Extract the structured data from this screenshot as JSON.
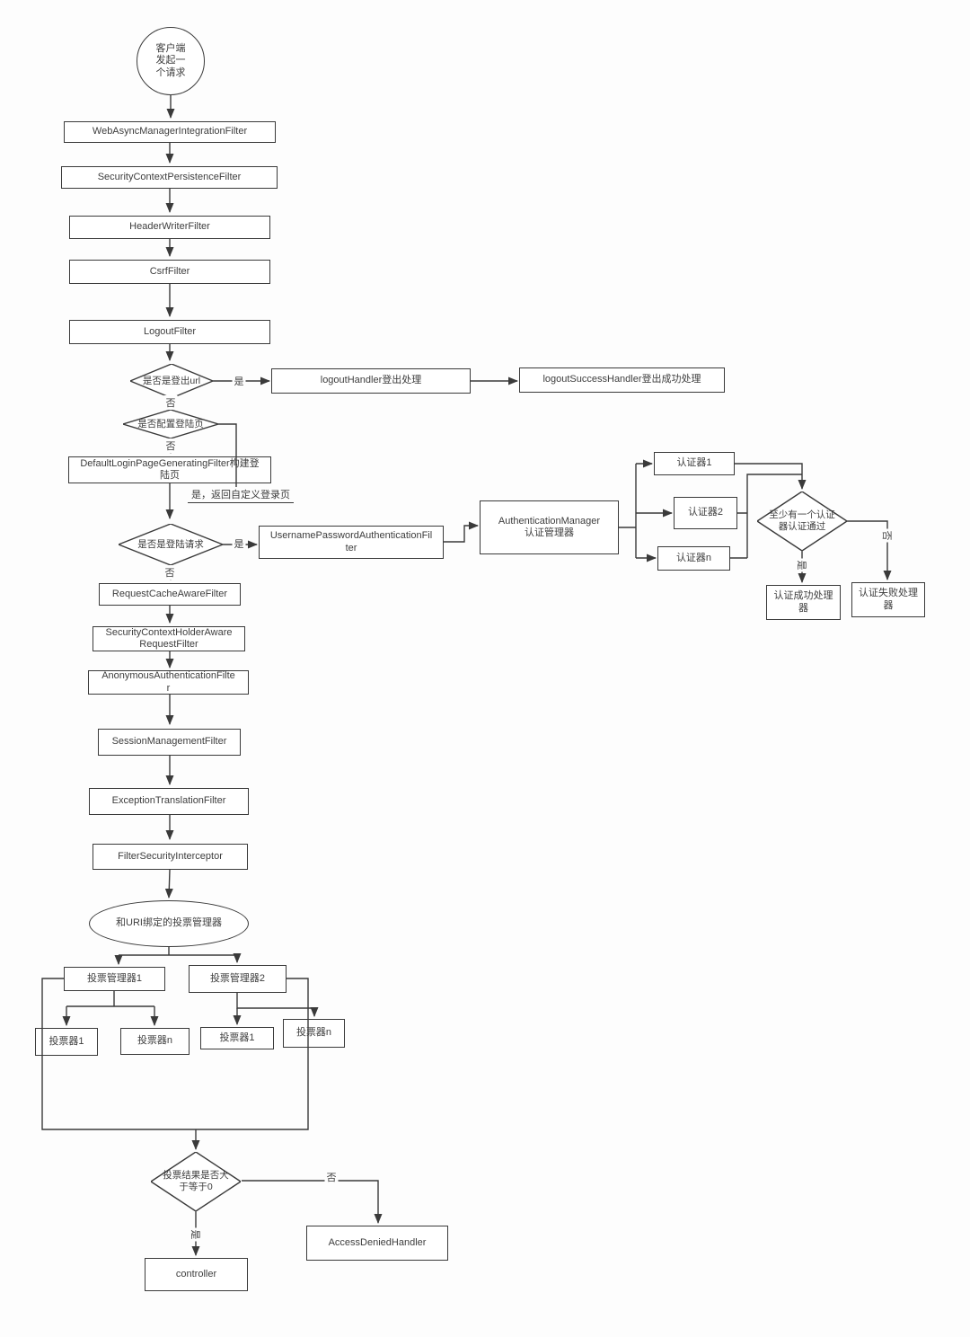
{
  "nodes": {
    "start": "客户端\n发起一\n个请求",
    "webAsyncFilter": "WebAsyncManagerIntegrationFilter",
    "securityContextPersistenceFilter": "SecurityContextPersistenceFilter",
    "headerWriterFilter": "HeaderWriterFilter",
    "csrfFilter": "CsrfFilter",
    "logoutFilter": "LogoutFilter",
    "isLogoutUrl": "是否是登出url",
    "logoutHandler": "logoutHandler登出处理",
    "logoutSuccessHandler": "logoutSuccessHandler登出成功处理",
    "isLoginPageConfigured": "是否配置登陆页",
    "defaultLoginPageFilter": "DefaultLoginPageGeneratingFilter构建登\n陆页",
    "isLoginRequest": "是否是登陆请求",
    "usernamePasswordAuthFilter": "UsernamePasswordAuthenticationFil\nter",
    "authenticationManager": "AuthenticationManager\n认证管理器",
    "authenticator1": "认证器1",
    "authenticator2": "认证器2",
    "authenticatorN": "认证器n",
    "atLeastOneAuthPass": "至少有一个认证\n器认证通过",
    "authSuccessHandler": "认证成功处理\n器",
    "authFailureHandler": "认证失败处理\n器",
    "requestCacheAwareFilter": "RequestCacheAwareFilter",
    "securityContextHolderAwareRequestFilter": "SecurityContextHolderAware\nRequestFilter",
    "anonymousAuthenticationFilter": "AnonymousAuthenticationFilte\nr",
    "sessionManagementFilter": "SessionManagementFilter",
    "exceptionTranslationFilter": "ExceptionTranslationFilter",
    "filterSecurityInterceptor": "FilterSecurityInterceptor",
    "uriVoteManager": "和URI绑定的投票管理器",
    "voteManager1": "投票管理器1",
    "voteManager2": "投票管理器2",
    "voter1a": "投票器1",
    "voterNa": "投票器n",
    "voter1b": "投票器1",
    "voterNb": "投票器n",
    "voteResultCheck": "投票结果是否大\n于等于0",
    "accessDeniedHandler": "AccessDeniedHandler",
    "controller": "controller"
  },
  "labels": {
    "yes": "是",
    "no": "否",
    "yes_return_custom_login": "是，返回自定义登录页"
  },
  "colors": {
    "line": "#3a3a3a",
    "text": "#3d3d3d",
    "node_fill": "#ffffff",
    "background": "#fdfdfd"
  }
}
